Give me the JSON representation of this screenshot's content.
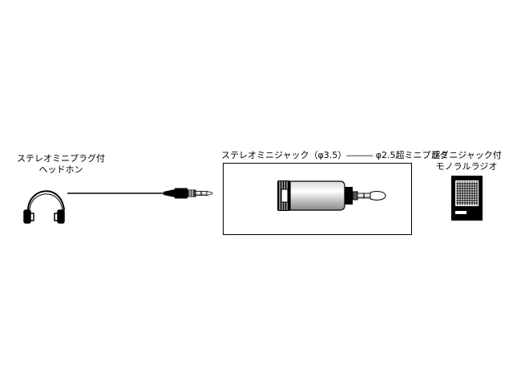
{
  "headphone": {
    "label_line1": "ステレオミニプラグ付",
    "label_line2": "ヘッドホン"
  },
  "adapter": {
    "label": "ステレオミニジャック（φ3.5）――― φ2.5超ミニプラグ"
  },
  "radio": {
    "label_line1": "超ミニジャック付",
    "label_line2": "モノラルラジオ"
  }
}
